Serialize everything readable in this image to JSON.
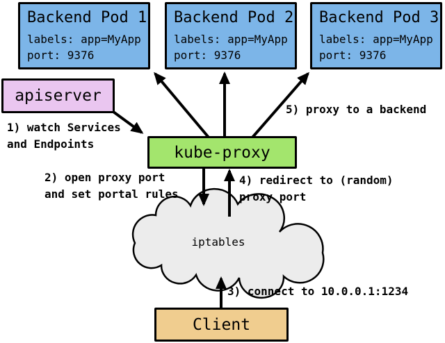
{
  "diagram": {
    "pods": [
      {
        "title": "Backend Pod 1",
        "labels": "labels: app=MyApp",
        "port": "port: 9376"
      },
      {
        "title": "Backend Pod 2",
        "labels": "labels: app=MyApp",
        "port": "port: 9376"
      },
      {
        "title": "Backend Pod 3",
        "labels": "labels: app=MyApp",
        "port": "port: 9376"
      }
    ],
    "apiserver_label": "apiserver",
    "kube_proxy_label": "kube-proxy",
    "iptables_label": "iptables",
    "client_label": "Client",
    "steps": {
      "s1": "1) watch Services\nand Endpoints",
      "s2": "2) open proxy port\nand set portal rules",
      "s3": "3) connect to 10.0.0.1:1234",
      "s4": "4) redirect to (random)\nproxy port",
      "s5": "5) proxy to a backend"
    },
    "colors": {
      "pod_fill": "#7cb5e8",
      "apiserver_fill": "#eac6f0",
      "kube_proxy_fill": "#a3e56d",
      "client_fill": "#f0cd8f",
      "cloud_fill": "#ececec",
      "line": "#000000"
    }
  }
}
